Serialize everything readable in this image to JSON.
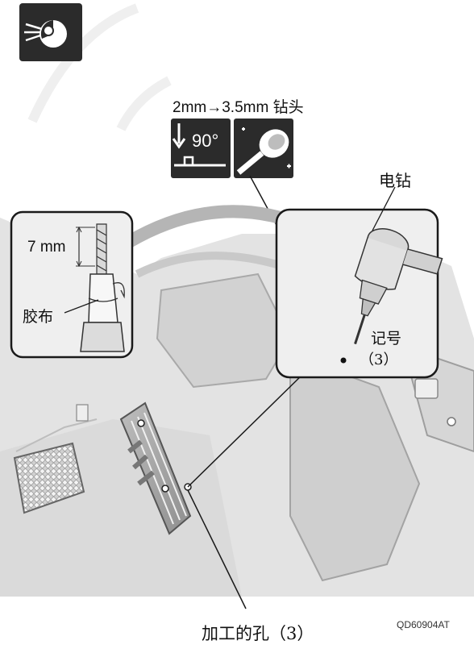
{
  "header": {
    "icon": "drill-tool-icon",
    "spec_label": "2mm→3.5mm 钻头"
  },
  "icons": [
    {
      "name": "angle-90-icon",
      "text": "90°"
    },
    {
      "name": "drill-bit-icon"
    }
  ],
  "callouts": {
    "tape_depth": "7 mm",
    "tape_label": "胶布",
    "drill_label": "电钻",
    "mark_label": "记号",
    "mark_count": "（3）",
    "holes_label": "加工的孔（3）"
  },
  "figure_code": "QD60904AT",
  "colors": {
    "icon_bg": "#2b2b2b",
    "line": "#1a1a1a",
    "panel_fill": "#e9e9e9",
    "scene_fill": "#dedede"
  }
}
